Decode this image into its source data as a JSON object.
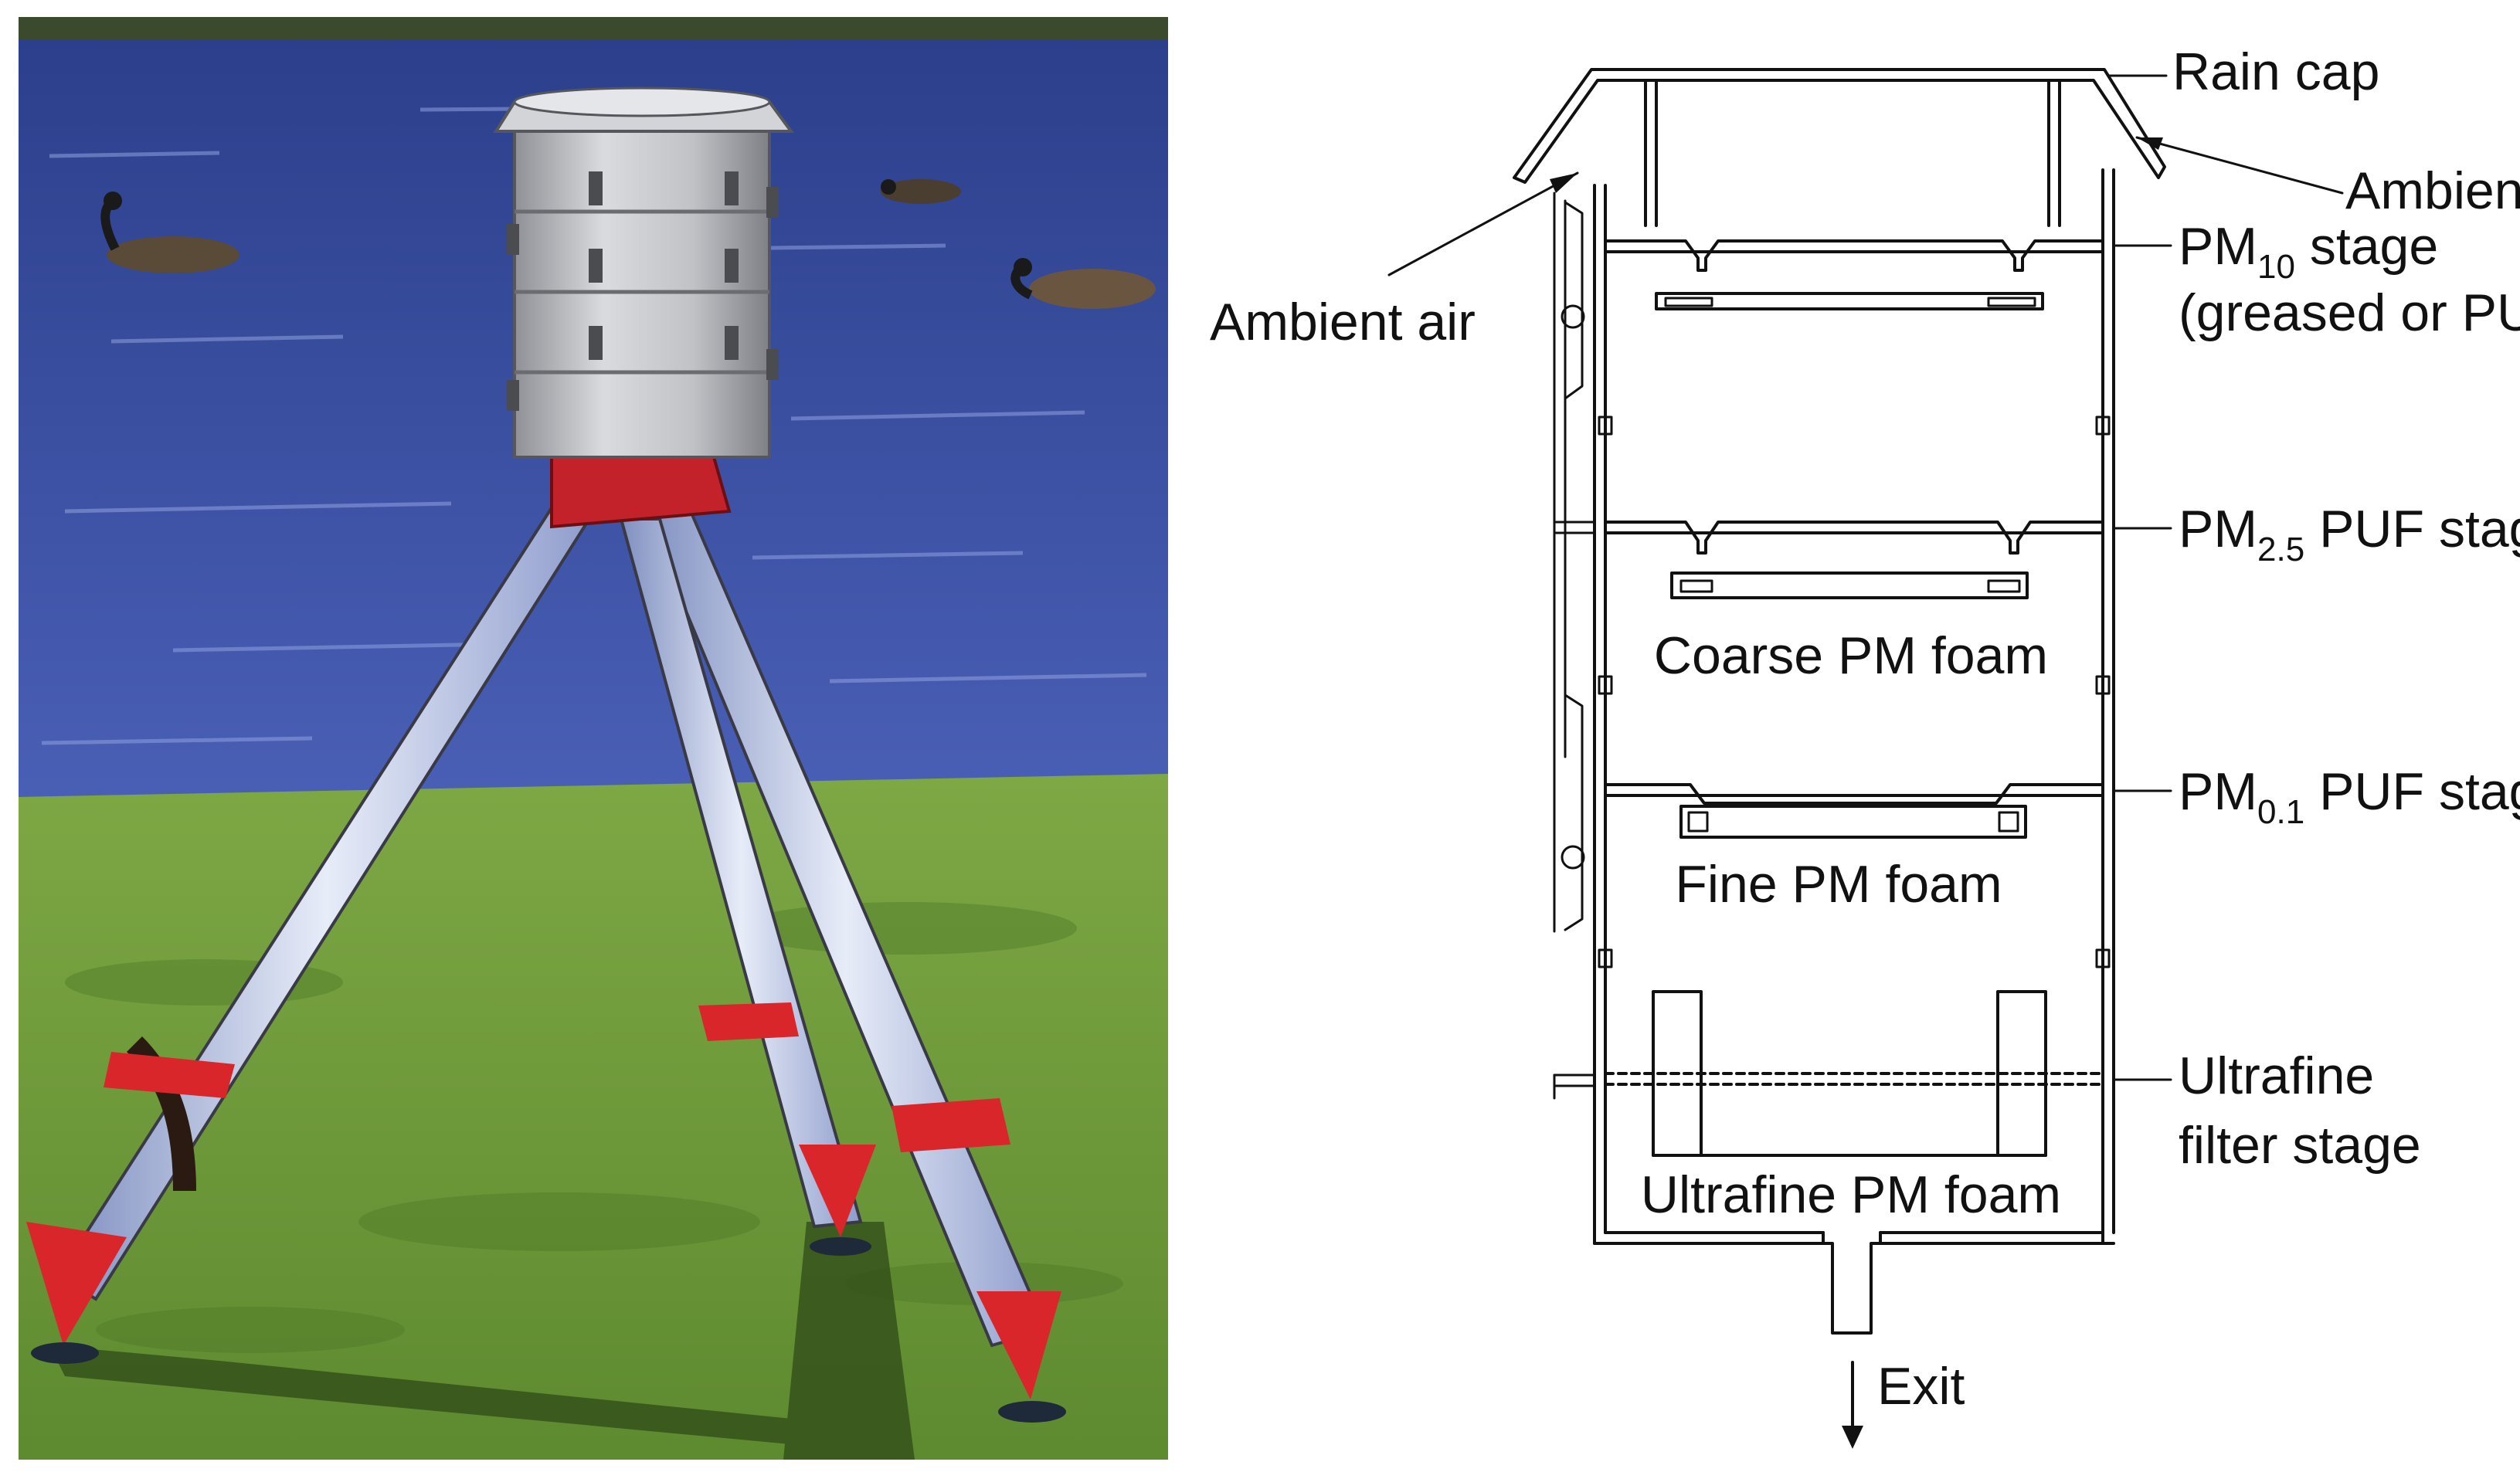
{
  "colors": {
    "water": "#3f54a8",
    "water_highlight": "#8ea0e0",
    "grass": "#6f9a3a",
    "grass_dark": "#4f7a28",
    "sampler_body": "#c4c6ca",
    "tripod_red": "#d8262a",
    "tripod_leg": "#c8d2ea",
    "diagram_ink": "#111111"
  },
  "diagram": {
    "rain_cap": "Rain cap",
    "ambient_air_left": "Ambient air",
    "ambient_air_right": "Ambient air",
    "pm10": {
      "base": "PM",
      "sub": "10",
      "rest": " stage",
      "note": "(greased or PUF)"
    },
    "pm25": {
      "base": "PM",
      "sub": "2.5",
      "rest": " PUF stage"
    },
    "pm01": {
      "base": "PM",
      "sub": "0.1",
      "rest": " PUF stage"
    },
    "coarse_foam": "Coarse PM foam",
    "fine_foam": "Fine PM foam",
    "ultrafine_stage_line1": "Ultrafine",
    "ultrafine_stage_line2": "filter stage",
    "ultrafine_foam": "Ultrafine PM foam",
    "exit": "Exit"
  }
}
